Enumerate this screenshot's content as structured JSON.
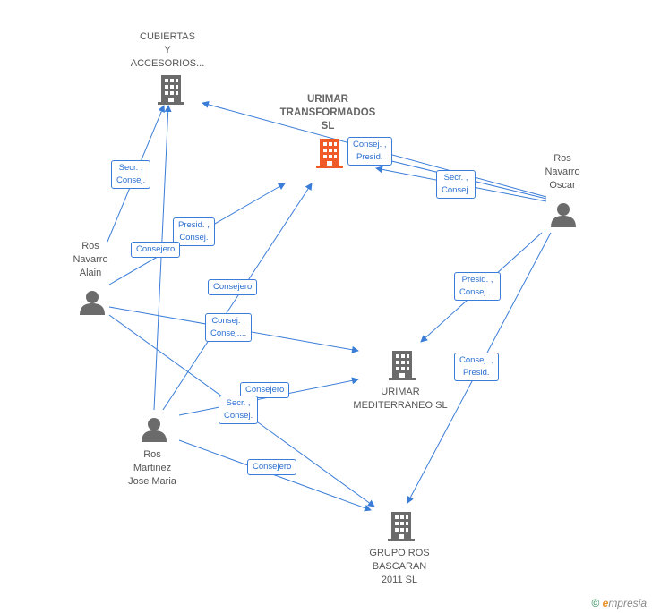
{
  "colors": {
    "edge": "#3a7dd8",
    "building": "#6b6b6b",
    "building_main": "#f05a28",
    "person": "#6b6b6b"
  },
  "nodes": {
    "cubiertas": {
      "label": "CUBIERTAS\nY\nACCESORIOS...",
      "icon": "building-icon"
    },
    "urimar_transformados": {
      "label": "URIMAR\nTRANSFORMADOS\nSL",
      "icon": "building-icon"
    },
    "urimar_mediterraneo": {
      "label": "URIMAR\nMEDITERRANEO SL",
      "icon": "building-icon"
    },
    "grupo_ros": {
      "label": "GRUPO ROS\nBASCARAN\n2011 SL",
      "icon": "building-icon"
    },
    "ros_navarro_oscar": {
      "label": "Ros\nNavarro\nOscar",
      "icon": "person-icon"
    },
    "ros_navarro_alain": {
      "label": "Ros\nNavarro\nAlain",
      "icon": "person-icon"
    },
    "ros_martinez_jose": {
      "label": "Ros\nMartinez\nJose Maria",
      "icon": "person-icon"
    }
  },
  "edge_labels": {
    "oscar_urimar": "Consej. ,\nPresid.",
    "oscar_urimar_secr": "Secr. ,\nConsej.",
    "oscar_mediterraneo": "Presid. ,\nConsej....",
    "oscar_grupo": "Consej. ,\nPresid.",
    "alain_cubiertas": "Secr. ,\nConsej.",
    "alain_urimar": "Presid. ,\nConsej.",
    "alain_consejero": "Consejero",
    "alain_mediterraneo": "Consej. ,\nConsej....",
    "jose_urimar": "Consejero",
    "jose_mediterraneo": "Consejero",
    "jose_secr": "Secr. ,\nConsej.",
    "jose_grupo": "Consejero"
  },
  "copyright": {
    "symbol": "©",
    "brand_e": "e",
    "brand_rest": "mpresia"
  }
}
